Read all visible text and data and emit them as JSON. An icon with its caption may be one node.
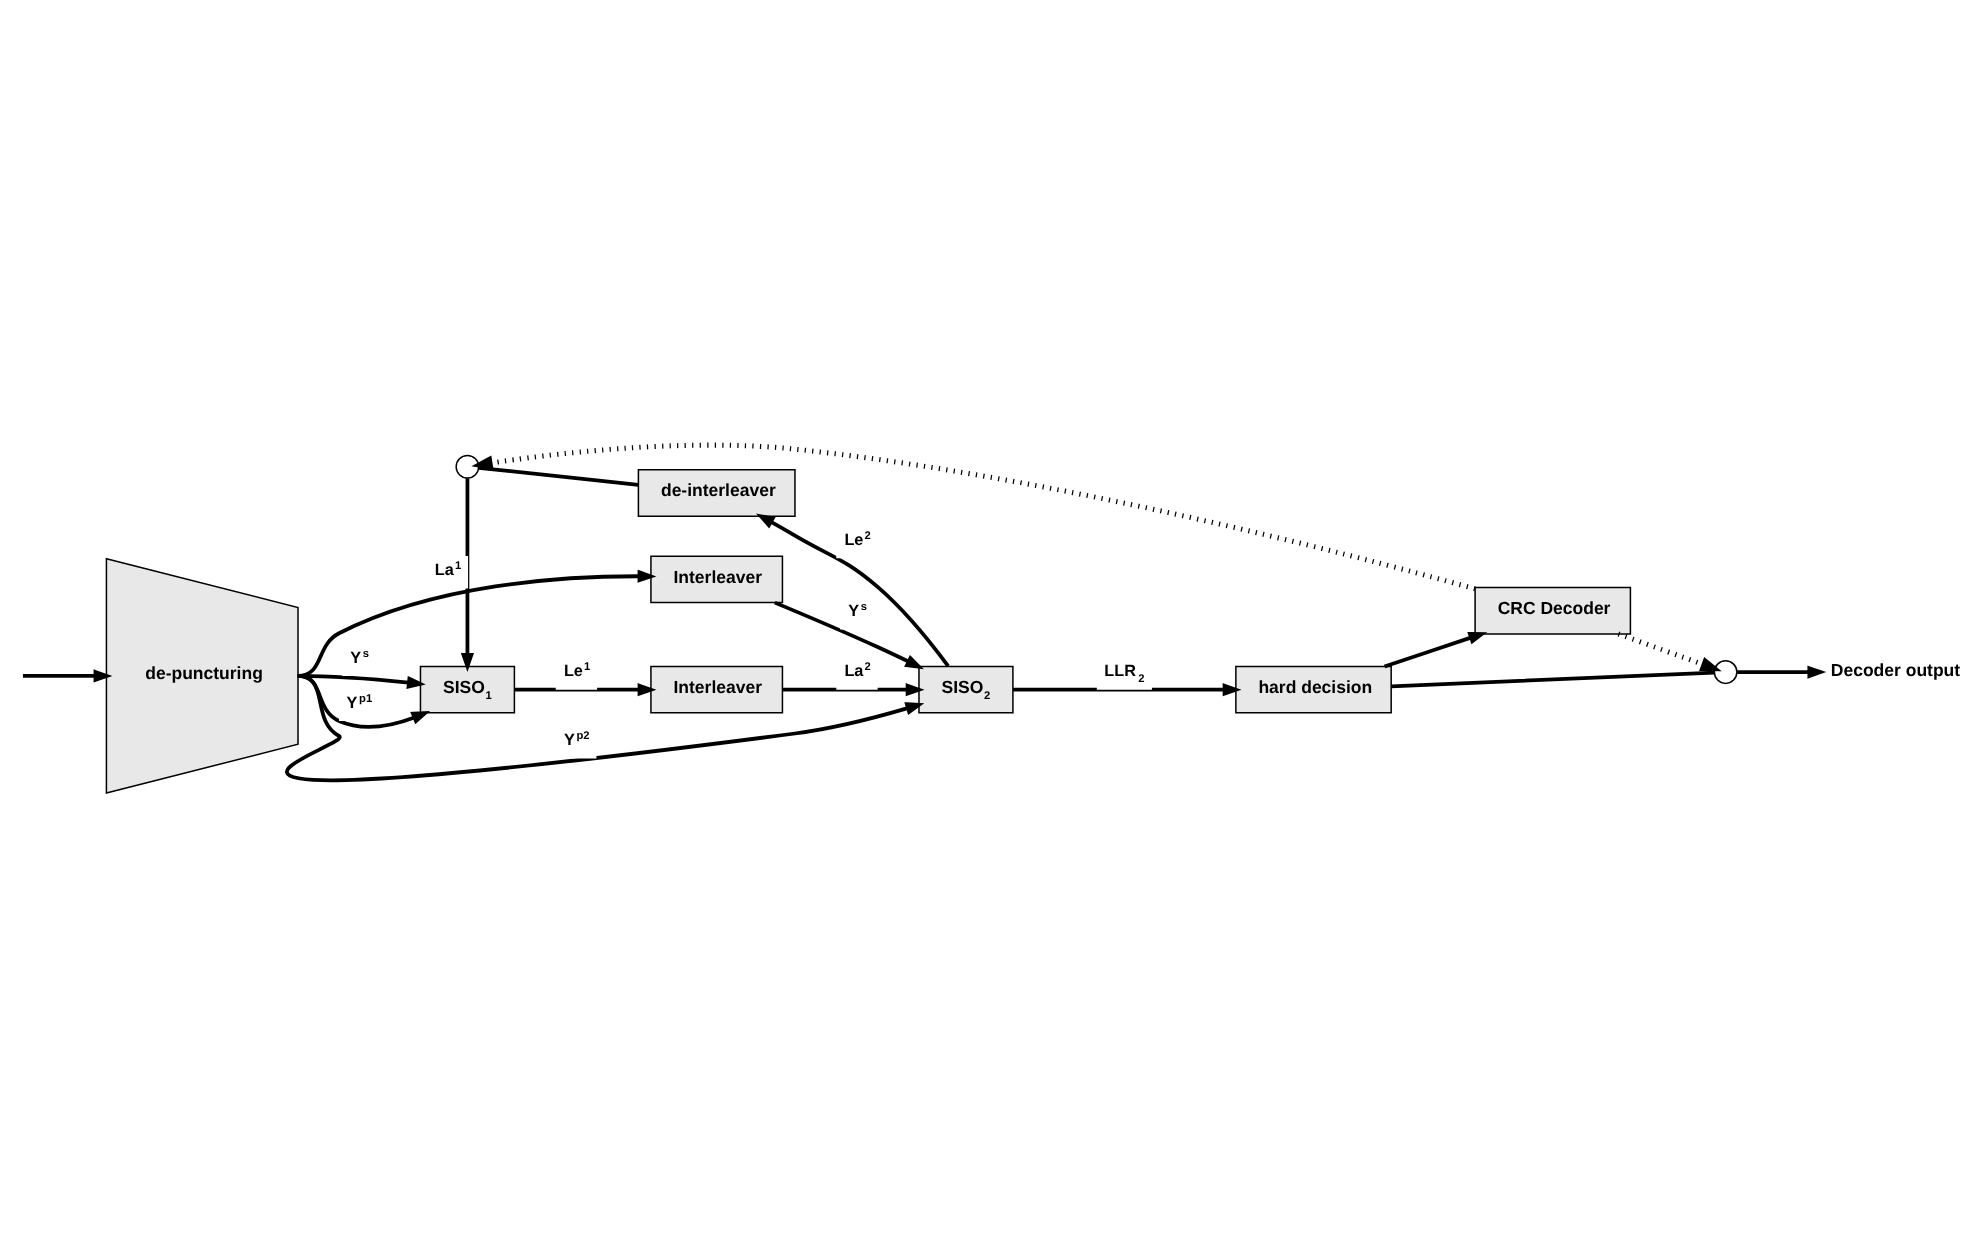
{
  "diagram": {
    "nodes": [
      {
        "text": [
          "de-puncturing"
        ]
      },
      {
        "text": [
          "Interleaver"
        ]
      },
      {
        "text": [
          "SISO$_{1}$"
        ]
      },
      {
        "text": [
          "Interleaver"
        ]
      },
      {
        "text": [
          "SISO$_{2}$"
        ]
      },
      {
        "text": [
          "CRC Decoder"
        ]
      },
      {
        "text": [
          "hard decision"
        ]
      },
      {
        "text": [
          "de-interleaver"
        ]
      },
      {
        "text": [],
        "shape": "switch"
      },
      {
        "text": [],
        "shape": "switch"
      },
      {
        "text": [
          "Decoder output"
        ]
      }
    ],
    "edges": [
      {
        "from": null,
        "to": 0,
        "arrow": "to"
      },
      {
        "from": 0,
        "to": 1,
        "arrow": "to"
      },
      {
        "from": 0,
        "to": 2,
        "arrow": "to",
        "label": "Y$^{s}$"
      },
      {
        "from": 0,
        "to": 2,
        "arrow": "to",
        "label": "Y$^{p1}$"
      },
      {
        "from": 9,
        "to": 2,
        "arrow": "to",
        "label": "La$^{1}$"
      },
      {
        "from": 0,
        "to": 4,
        "arrow": "to",
        "label": "Y$^{p2}$"
      },
      {
        "from": 2,
        "to": 3,
        "arrow": "to",
        "label": "Le$^{1}$"
      },
      {
        "from": 3,
        "to": 4,
        "arrow": "to",
        "label": "La$^{2}$"
      },
      {
        "from": 1,
        "to": 4,
        "arrow": "to",
        "label": "Y$^{s}$"
      },
      {
        "from": 4,
        "to": 6,
        "arrow": "to",
        "label": "LLR$_{2}$"
      },
      {
        "from": 6,
        "to": 5,
        "arrow": "to"
      },
      {
        "from": 5,
        "to": 8,
        "arrow": "to",
        "style": "dashed"
      },
      {
        "from": 6,
        "to": 8,
        "arrow": "none"
      },
      {
        "from": 8,
        "to": 10,
        "arrow": "to"
      },
      {
        "from": 4,
        "to": 7,
        "arrow": "to",
        "label": "Le$^{2}$"
      },
      {
        "from": 7,
        "to": 9,
        "arrow": "none"
      },
      {
        "from": 5,
        "to": 9,
        "arrow": "to",
        "style": "dashed"
      }
    ]
  }
}
